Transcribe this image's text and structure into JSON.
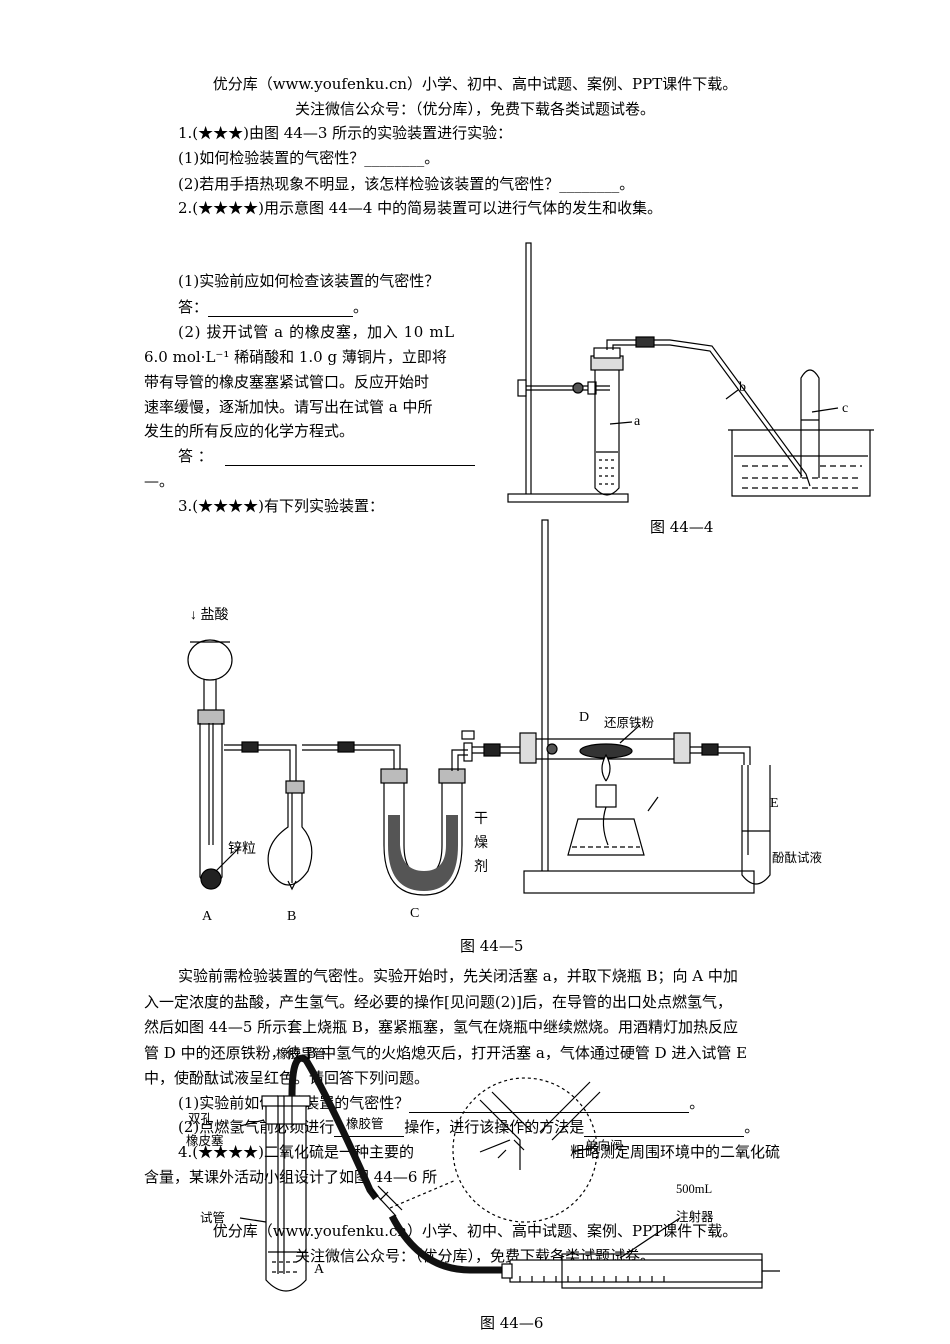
{
  "header": {
    "line1": "优分库（www.youfenku.cn）小学、初中、高中试题、案例、PPT课件下载。",
    "line2": "关注微信公众号：（优分库），免费下载各类试题试卷。"
  },
  "q1": {
    "title": "1.(★★★)由图 44—3 所示的实验装置进行实验：",
    "p1": "(1)如何检验装置的气密性？________。",
    "p2": "(2)若用手捂热现象不明显，该怎样检验该装置的气密性？________。"
  },
  "q2": {
    "title": "2.(★★★★)用示意图 44—4 中的简易装置可以进行气体的发生和收集。",
    "p1": "(1)实验前应如何检查该装置的气密性？",
    "ans1": "答：",
    "p2_l1": "(2) 拔开试管 a 的橡皮塞，加入 10 mL",
    "p2_l2": "6.0 mol·L⁻¹ 稀硝酸和 1.0 g 薄铜片，立即将",
    "p2_l3": "带有导管的橡皮塞塞紧试管口。反应开始时",
    "p2_l4": "速率缓慢，逐渐加快。请写出在试管 a 中所",
    "p2_l5": "发生的所有反应的化学方程式。",
    "ans2": "答 ：",
    "ans2_tail": "—。"
  },
  "fig444": {
    "caption": "图 44—4",
    "a": "a",
    "b": "b",
    "c": "c"
  },
  "q3": {
    "title": "3.(★★★★)有下列实验装置："
  },
  "fig445": {
    "caption": "图 44—5",
    "hcl": "↓ 盐酸",
    "zinc": "锌粒",
    "A": "A",
    "B": "B",
    "C": "C",
    "D": "D",
    "E": "E",
    "iron": "还原铁粉",
    "dry1": "干",
    "dry2": "燥",
    "dry3": "剂",
    "phenol": "酚酞试液"
  },
  "q3text": {
    "l1": "实验前需检验装置的气密性。实验开始时，先关闭活塞 a，并取下烧瓶 B；向 A 中加",
    "l2": "入一定浓度的盐酸，产生氢气。经必要的操作[见问题(2)]后，在导管的出口处点燃氢气，",
    "l3": "然后如图 44—5 所示套上烧瓶 B，塞紧瓶塞，氢气在烧瓶中继续燃烧。用酒精灯加热反应",
    "l4": "管 D 中的还原铁粉，待 B 中氢气的火焰熄灭后，打开活塞 a，气体通过硬管 D 进入试管 E",
    "l5": "中，使酚酞试液呈红色。请回答下列问题。",
    "q1": "(1)实验前如何检验装置的气密性？",
    "q1_end": "。",
    "q2a": "(2)点燃氢气前必须进行",
    "q2b": "操作，进行该操作的方法是",
    "q2_end": "。"
  },
  "q4": {
    "l1a": "4.(★★★★)二氧化硫是一种主要的",
    "l1b": "粗略测定周围环境中的二氧化硫",
    "l2a": "含量，某课外活动小组设计了如图 44—6 所"
  },
  "fig446": {
    "caption": "图 44—6",
    "hole1": "双孔",
    "hole2": "橡皮塞",
    "rubber_tube": "橡胶管",
    "tube_top": "橡胶导管",
    "valve": "单向阀",
    "ml": "500mL",
    "syringe": "注射器",
    "testtube": "试管",
    "A": "A"
  },
  "footer": {
    "line1": "优分库（www.youfenku.cn）小学、初中、高中试题、案例、PPT课件下载。",
    "line2": "关注微信公众号：（优分库），免费下载各类试题试卷。"
  }
}
